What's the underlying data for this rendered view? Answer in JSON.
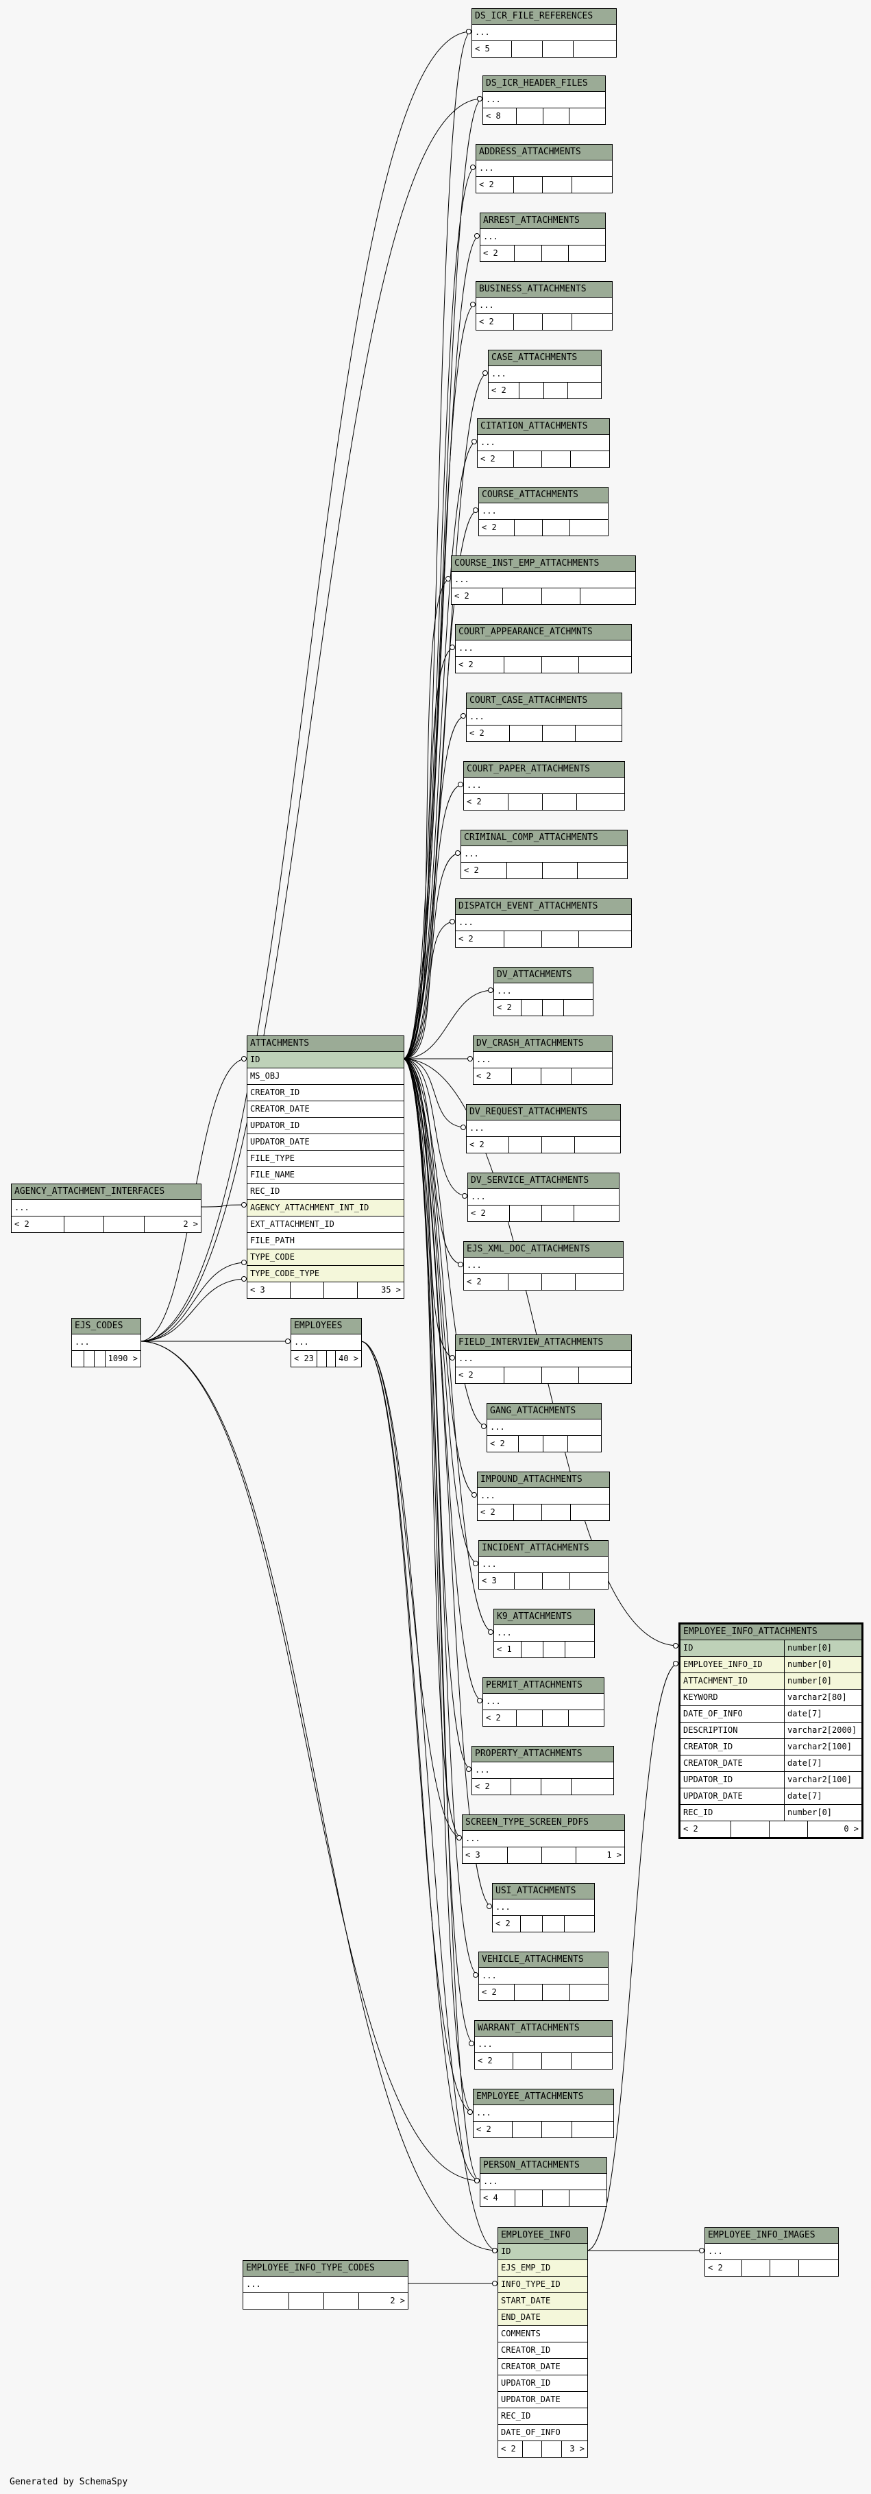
{
  "footer_text": "Generated by SchemaSpy",
  "colors": {
    "header": "#9bab96",
    "primary_key": "#bed1b8",
    "foreign_key": "#f4f7da",
    "background": "#f7f7f7"
  },
  "tables": [
    {
      "id": "ds_icr_file_references",
      "name": "DS_ICR_FILE_REFERENCES",
      "rows": [
        {
          "n": "...",
          "k": ""
        }
      ],
      "parents": "< 5",
      "children": ""
    },
    {
      "id": "ds_icr_header_files",
      "name": "DS_ICR_HEADER_FILES",
      "rows": [
        {
          "n": "...",
          "k": ""
        }
      ],
      "parents": "< 8",
      "children": ""
    },
    {
      "id": "address_attachments",
      "name": "ADDRESS_ATTACHMENTS",
      "rows": [
        {
          "n": "...",
          "k": ""
        }
      ],
      "parents": "< 2",
      "children": ""
    },
    {
      "id": "arrest_attachments",
      "name": "ARREST_ATTACHMENTS",
      "rows": [
        {
          "n": "...",
          "k": ""
        }
      ],
      "parents": "< 2",
      "children": ""
    },
    {
      "id": "business_attachments",
      "name": "BUSINESS_ATTACHMENTS",
      "rows": [
        {
          "n": "...",
          "k": ""
        }
      ],
      "parents": "< 2",
      "children": ""
    },
    {
      "id": "case_attachments",
      "name": "CASE_ATTACHMENTS",
      "rows": [
        {
          "n": "...",
          "k": ""
        }
      ],
      "parents": "< 2",
      "children": ""
    },
    {
      "id": "citation_attachments",
      "name": "CITATION_ATTACHMENTS",
      "rows": [
        {
          "n": "...",
          "k": ""
        }
      ],
      "parents": "< 2",
      "children": ""
    },
    {
      "id": "course_attachments",
      "name": "COURSE_ATTACHMENTS",
      "rows": [
        {
          "n": "...",
          "k": ""
        }
      ],
      "parents": "< 2",
      "children": ""
    },
    {
      "id": "course_inst_emp_attachments",
      "name": "COURSE_INST_EMP_ATTACHMENTS",
      "rows": [
        {
          "n": "...",
          "k": ""
        }
      ],
      "parents": "< 2",
      "children": ""
    },
    {
      "id": "court_appearance_atchmnts",
      "name": "COURT_APPEARANCE_ATCHMNTS",
      "rows": [
        {
          "n": "...",
          "k": ""
        }
      ],
      "parents": "< 2",
      "children": ""
    },
    {
      "id": "court_case_attachments",
      "name": "COURT_CASE_ATTACHMENTS",
      "rows": [
        {
          "n": "...",
          "k": ""
        }
      ],
      "parents": "< 2",
      "children": ""
    },
    {
      "id": "court_paper_attachments",
      "name": "COURT_PAPER_ATTACHMENTS",
      "rows": [
        {
          "n": "...",
          "k": ""
        }
      ],
      "parents": "< 2",
      "children": ""
    },
    {
      "id": "criminal_comp_attachments",
      "name": "CRIMINAL_COMP_ATTACHMENTS",
      "rows": [
        {
          "n": "...",
          "k": ""
        }
      ],
      "parents": "< 2",
      "children": ""
    },
    {
      "id": "dispatch_event_attachments",
      "name": "DISPATCH_EVENT_ATTACHMENTS",
      "rows": [
        {
          "n": "...",
          "k": ""
        }
      ],
      "parents": "< 2",
      "children": ""
    },
    {
      "id": "dv_attachments",
      "name": "DV_ATTACHMENTS",
      "rows": [
        {
          "n": "...",
          "k": ""
        }
      ],
      "parents": "< 2",
      "children": ""
    },
    {
      "id": "dv_crash_attachments",
      "name": "DV_CRASH_ATTACHMENTS",
      "rows": [
        {
          "n": "...",
          "k": ""
        }
      ],
      "parents": "< 2",
      "children": ""
    },
    {
      "id": "dv_request_attachments",
      "name": "DV_REQUEST_ATTACHMENTS",
      "rows": [
        {
          "n": "...",
          "k": ""
        }
      ],
      "parents": "< 2",
      "children": ""
    },
    {
      "id": "dv_service_attachments",
      "name": "DV_SERVICE_ATTACHMENTS",
      "rows": [
        {
          "n": "...",
          "k": ""
        }
      ],
      "parents": "< 2",
      "children": ""
    },
    {
      "id": "ejs_xml_doc_attachments",
      "name": "EJS_XML_DOC_ATTACHMENTS",
      "rows": [
        {
          "n": "...",
          "k": ""
        }
      ],
      "parents": "< 2",
      "children": ""
    },
    {
      "id": "field_interview_attachments",
      "name": "FIELD_INTERVIEW_ATTACHMENTS",
      "rows": [
        {
          "n": "...",
          "k": ""
        }
      ],
      "parents": "< 2",
      "children": ""
    },
    {
      "id": "gang_attachments",
      "name": "GANG_ATTACHMENTS",
      "rows": [
        {
          "n": "...",
          "k": ""
        }
      ],
      "parents": "< 2",
      "children": ""
    },
    {
      "id": "impound_attachments",
      "name": "IMPOUND_ATTACHMENTS",
      "rows": [
        {
          "n": "...",
          "k": ""
        }
      ],
      "parents": "< 2",
      "children": ""
    },
    {
      "id": "incident_attachments",
      "name": "INCIDENT_ATTACHMENTS",
      "rows": [
        {
          "n": "...",
          "k": ""
        }
      ],
      "parents": "< 3",
      "children": ""
    },
    {
      "id": "k9_attachments",
      "name": "K9_ATTACHMENTS",
      "rows": [
        {
          "n": "...",
          "k": ""
        }
      ],
      "parents": "< 1",
      "children": ""
    },
    {
      "id": "permit_attachments",
      "name": "PERMIT_ATTACHMENTS",
      "rows": [
        {
          "n": "...",
          "k": ""
        }
      ],
      "parents": "< 2",
      "children": ""
    },
    {
      "id": "property_attachments",
      "name": "PROPERTY_ATTACHMENTS",
      "rows": [
        {
          "n": "...",
          "k": ""
        }
      ],
      "parents": "< 2",
      "children": ""
    },
    {
      "id": "screen_type_screen_pdfs",
      "name": "SCREEN_TYPE_SCREEN_PDFS",
      "rows": [
        {
          "n": "...",
          "k": ""
        }
      ],
      "parents": "< 3",
      "children": "1 >"
    },
    {
      "id": "usi_attachments",
      "name": "USI_ATTACHMENTS",
      "rows": [
        {
          "n": "...",
          "k": ""
        }
      ],
      "parents": "< 2",
      "children": ""
    },
    {
      "id": "vehicle_attachments",
      "name": "VEHICLE_ATTACHMENTS",
      "rows": [
        {
          "n": "...",
          "k": ""
        }
      ],
      "parents": "< 2",
      "children": ""
    },
    {
      "id": "warrant_attachments",
      "name": "WARRANT_ATTACHMENTS",
      "rows": [
        {
          "n": "...",
          "k": ""
        }
      ],
      "parents": "< 2",
      "children": ""
    },
    {
      "id": "employee_attachments",
      "name": "EMPLOYEE_ATTACHMENTS",
      "rows": [
        {
          "n": "...",
          "k": ""
        }
      ],
      "parents": "< 2",
      "children": ""
    },
    {
      "id": "person_attachments",
      "name": "PERSON_ATTACHMENTS",
      "rows": [
        {
          "n": "...",
          "k": ""
        }
      ],
      "parents": "< 4",
      "children": ""
    },
    {
      "id": "attachments",
      "name": "ATTACHMENTS",
      "rows": [
        {
          "n": "ID",
          "k": "pk"
        },
        {
          "n": "MS_OBJ",
          "k": ""
        },
        {
          "n": "CREATOR_ID",
          "k": ""
        },
        {
          "n": "CREATOR_DATE",
          "k": ""
        },
        {
          "n": "UPDATOR_ID",
          "k": ""
        },
        {
          "n": "UPDATOR_DATE",
          "k": ""
        },
        {
          "n": "FILE_TYPE",
          "k": ""
        },
        {
          "n": "FILE_NAME",
          "k": ""
        },
        {
          "n": "REC_ID",
          "k": ""
        },
        {
          "n": "AGENCY_ATTACHMENT_INT_ID",
          "k": "fk"
        },
        {
          "n": "EXT_ATTACHMENT_ID",
          "k": ""
        },
        {
          "n": "FILE_PATH",
          "k": ""
        },
        {
          "n": "TYPE_CODE",
          "k": "fk"
        },
        {
          "n": "TYPE_CODE_TYPE",
          "k": "fk"
        }
      ],
      "parents": "< 3",
      "children": "35 >"
    },
    {
      "id": "agency_attachment_interfaces",
      "name": "AGENCY_ATTACHMENT_INTERFACES",
      "rows": [
        {
          "n": "...",
          "k": ""
        }
      ],
      "parents": "< 2",
      "children": "2 >"
    },
    {
      "id": "ejs_codes",
      "name": "EJS_CODES",
      "rows": [
        {
          "n": "...",
          "k": ""
        }
      ],
      "parents": "",
      "children": "1090 >"
    },
    {
      "id": "employees",
      "name": "EMPLOYEES",
      "rows": [
        {
          "n": "...",
          "k": ""
        }
      ],
      "parents": "< 23",
      "children": "40 >"
    },
    {
      "id": "employee_info_attachments",
      "name": "EMPLOYEE_INFO_ATTACHMENTS",
      "rows": [
        {
          "n": "ID",
          "k": "pk",
          "t": "number[0]"
        },
        {
          "n": "EMPLOYEE_INFO_ID",
          "k": "fk",
          "t": "number[0]"
        },
        {
          "n": "ATTACHMENT_ID",
          "k": "fk",
          "t": "number[0]"
        },
        {
          "n": "KEYWORD",
          "k": "",
          "t": "varchar2[80]"
        },
        {
          "n": "DATE_OF_INFO",
          "k": "",
          "t": "date[7]"
        },
        {
          "n": "DESCRIPTION",
          "k": "",
          "t": "varchar2[2000]"
        },
        {
          "n": "CREATOR_ID",
          "k": "",
          "t": "varchar2[100]"
        },
        {
          "n": "CREATOR_DATE",
          "k": "",
          "t": "date[7]"
        },
        {
          "n": "UPDATOR_ID",
          "k": "",
          "t": "varchar2[100]"
        },
        {
          "n": "UPDATOR_DATE",
          "k": "",
          "t": "date[7]"
        },
        {
          "n": "REC_ID",
          "k": "",
          "t": "number[0]"
        }
      ],
      "parents": "< 2",
      "children": "0 >"
    },
    {
      "id": "employee_info",
      "name": "EMPLOYEE_INFO",
      "rows": [
        {
          "n": "ID",
          "k": "pk"
        },
        {
          "n": "EJS_EMP_ID",
          "k": "fk"
        },
        {
          "n": "INFO_TYPE_ID",
          "k": "fk"
        },
        {
          "n": "START_DATE",
          "k": "fk"
        },
        {
          "n": "END_DATE",
          "k": "fk"
        },
        {
          "n": "COMMENTS",
          "k": ""
        },
        {
          "n": "CREATOR_ID",
          "k": ""
        },
        {
          "n": "CREATOR_DATE",
          "k": ""
        },
        {
          "n": "UPDATOR_ID",
          "k": ""
        },
        {
          "n": "UPDATOR_DATE",
          "k": ""
        },
        {
          "n": "REC_ID",
          "k": ""
        },
        {
          "n": "DATE_OF_INFO",
          "k": ""
        }
      ],
      "parents": "< 2",
      "children": "3 >"
    },
    {
      "id": "employee_info_type_codes",
      "name": "EMPLOYEE_INFO_TYPE_CODES",
      "rows": [
        {
          "n": "...",
          "k": ""
        }
      ],
      "parents": "",
      "children": "2 >"
    },
    {
      "id": "employee_info_images",
      "name": "EMPLOYEE_INFO_IMAGES",
      "rows": [
        {
          "n": "...",
          "k": ""
        }
      ],
      "parents": "< 2",
      "children": ""
    }
  ]
}
